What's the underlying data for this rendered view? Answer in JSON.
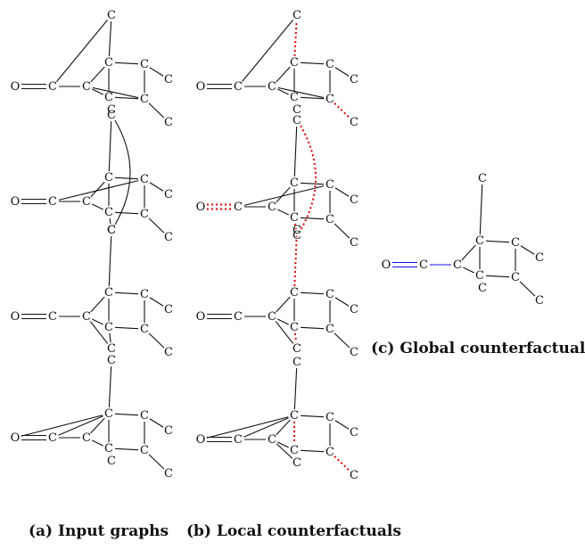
{
  "captions": {
    "input": "(a) Input graphs",
    "local": "(b) Local counterfactuals",
    "global": "(c) Global counterfactual"
  },
  "atom_labels": {
    "carbon": "C",
    "oxygen": "O"
  },
  "bond_styles": {
    "normal": "#111111",
    "removed_dotted": "#e00000",
    "highlight": "#1010e0"
  }
}
